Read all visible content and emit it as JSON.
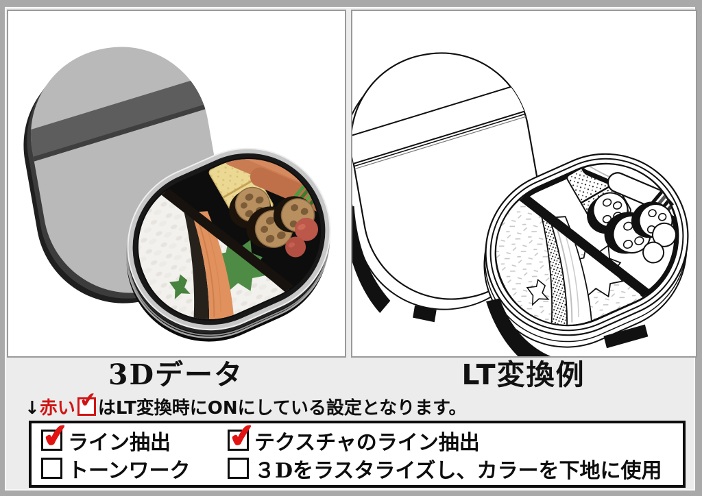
{
  "titles": {
    "left": "3Dデータ",
    "right": "LT変換例"
  },
  "note": {
    "arrow_prefix": "↓",
    "red_word": "赤い",
    "check_symbol": "✔",
    "suffix": "はLT変換時にONにしている設定となります。"
  },
  "settings_panel": {
    "items": [
      {
        "label": "ライン抽出",
        "checked": true,
        "check": "✔"
      },
      {
        "label": "テクスチャのライン抽出",
        "checked": true,
        "check": "✔"
      },
      {
        "label": "トーンワーク",
        "checked": false,
        "check": ""
      },
      {
        "label": "３Dをラスタライズし、カラーを下地に使用",
        "checked": false,
        "check": ""
      }
    ]
  },
  "illustrations": {
    "left_description": "bento box 3D color render with gray lid",
    "right_description": "bento box LT line-art conversion"
  },
  "colors": {
    "frame_gray": "#a9a9a9",
    "inner_gray": "#ececec",
    "panel_border": "#999999",
    "accent_red": "#d01515",
    "lid_gray": "#b9b9b9",
    "lid_band_gray": "#5d5d5d",
    "box_dark": "#2e2e2e",
    "rice_white": "#f3f1ed",
    "salmon_orange": "#e0915e",
    "leaf_green": "#4e8c46",
    "egg_yellow": "#ead893",
    "sausage_brown": "#c97c52",
    "lotus_tan": "#b8905f",
    "tomato_red": "#bb584a",
    "ink_black": "#111111"
  }
}
